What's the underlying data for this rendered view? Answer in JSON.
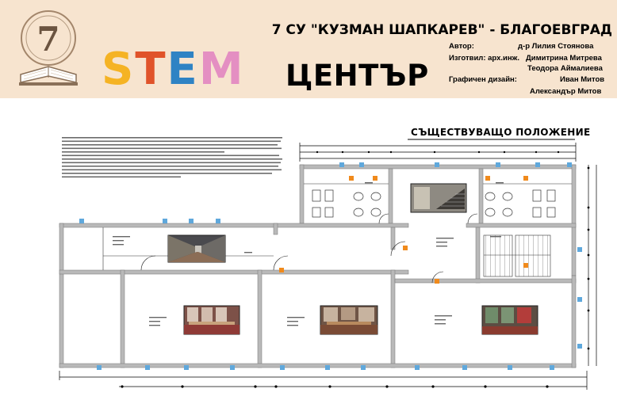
{
  "header": {
    "school": "7 СУ \"КУЗМАН ШАПКАРЕВ\" - БЛАГОЕВГРАД",
    "logo_number": "7",
    "stem_letters": [
      "S",
      "T",
      "E",
      "M"
    ],
    "centar": "ЦЕНТЪР",
    "credits": {
      "author_label": "Автор:",
      "author_name": "д-р Лилия Стоянова",
      "made_label": "Изготвил: арх.инж.",
      "made_name": "Димитрина Митрева",
      "made_name2": "Теодора Аймалиева",
      "graphic_label": "Графичен дизайн:",
      "graphic_name": "Иван Митов",
      "graphic_name2": "Александър Митов"
    }
  },
  "plan": {
    "title": "СЪЩЕСТВУВАЩО  ПОЛОЖЕНИЕ"
  },
  "colors": {
    "banner_bg": "#f7e4cf",
    "wall": "#b9b9b9",
    "window": "#5fa8dc",
    "fixture": "#f08a1c"
  }
}
